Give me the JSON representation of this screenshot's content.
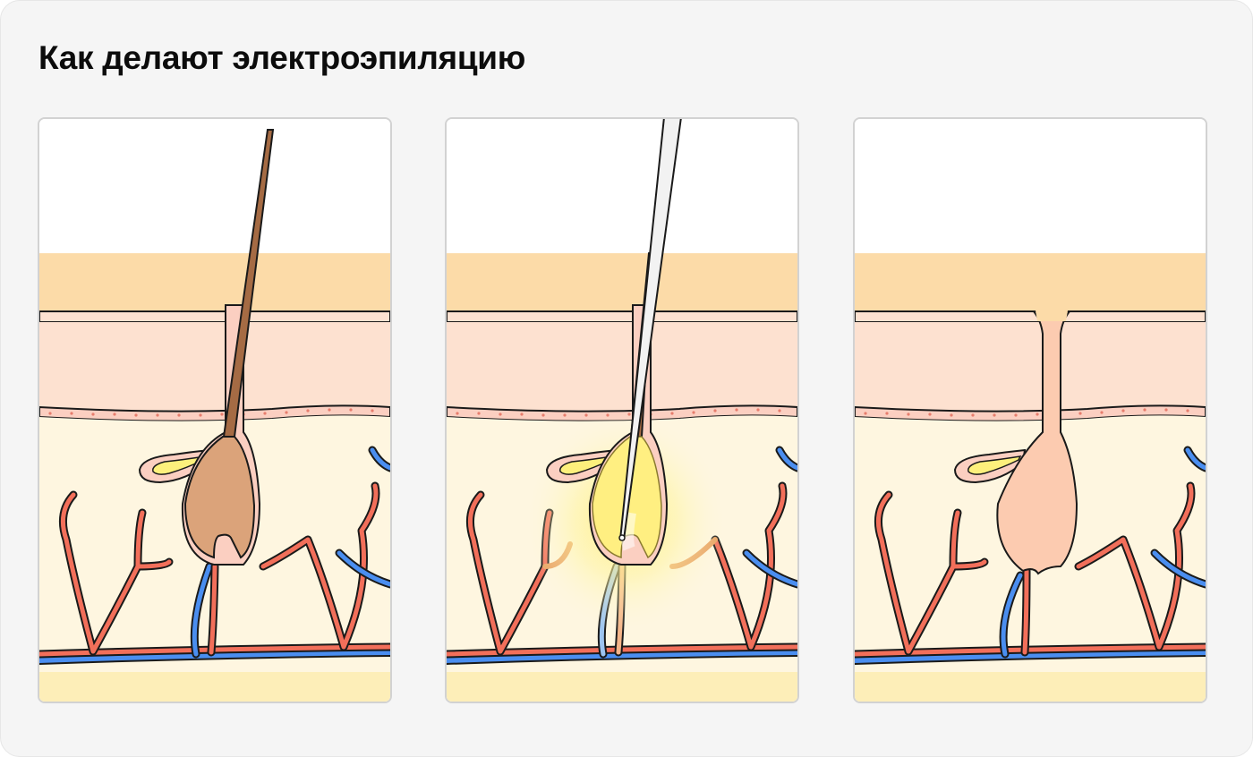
{
  "title": "Как делают электроэпиляцию",
  "colors": {
    "background": "#f5f5f5",
    "air": "#ffffff",
    "epidermis": "#fcdba8",
    "dermis": "#fde1d0",
    "hypodermis": "#fef6e0",
    "artery": "#f26f5a",
    "vein": "#4a8ef0",
    "hair": "#a56b44",
    "bulb": "#dba37a",
    "sebaceous_gland": "#fdf07c",
    "needle": "#f2f2f2",
    "glow": "#fff27a",
    "outline": "#1a1a1a"
  },
  "panels": [
    {
      "id": "before",
      "icons": [
        "hair-shaft-icon",
        "hair-bulb-icon",
        "sebaceous-gland-icon",
        "blood-vessels-icon"
      ]
    },
    {
      "id": "during",
      "icons": [
        "epilation-needle-icon",
        "electric-glow-icon",
        "sebaceous-gland-icon",
        "blood-vessels-icon"
      ]
    },
    {
      "id": "after",
      "icons": [
        "empty-follicle-icon",
        "sebaceous-gland-icon",
        "blood-vessels-icon"
      ]
    }
  ]
}
